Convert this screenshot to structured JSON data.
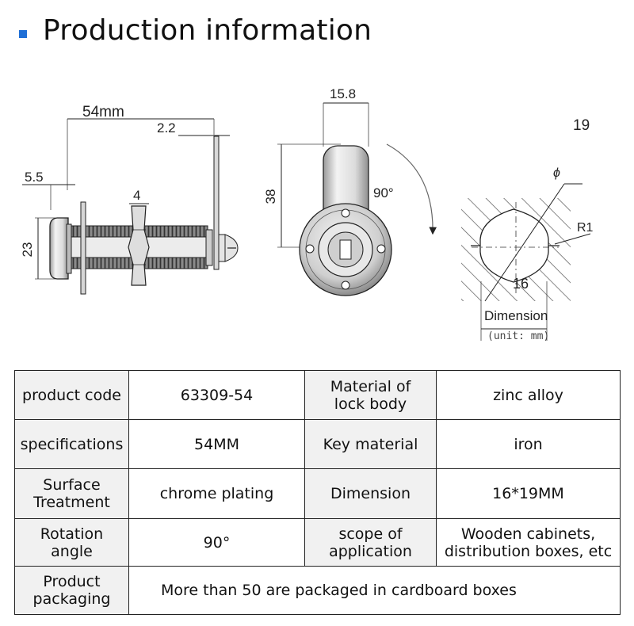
{
  "header": {
    "title": "Production information",
    "accent": "#1f6fd6"
  },
  "drawing": {
    "side_view": {
      "length": "54mm",
      "flange": "2.2",
      "head": "5.5",
      "nut": "4",
      "height": "23"
    },
    "front_view": {
      "width": "15.8",
      "height": "38",
      "angle": "90°"
    },
    "section_view": {
      "phi": "ϕ",
      "radius": "R1",
      "width": "16",
      "height": "19",
      "caption": "Dimension",
      "unit": "(unit: mm)"
    }
  },
  "table": {
    "rows": [
      [
        {
          "text": "product code"
        },
        {
          "text": "63309-54"
        },
        {
          "text": "Material of\nlock body"
        },
        {
          "text": "zinc alloy"
        }
      ],
      [
        {
          "text": "specifications"
        },
        {
          "text": "54MM"
        },
        {
          "text": "Key material"
        },
        {
          "text": "iron"
        }
      ],
      [
        {
          "text": "Surface\nTreatment"
        },
        {
          "text": "chrome plating"
        },
        {
          "text": "Dimension"
        },
        {
          "text": "16*19MM"
        }
      ],
      [
        {
          "text": "Rotation angle"
        },
        {
          "text": "90°"
        },
        {
          "text": "scope of\napplication"
        },
        {
          "text": "Wooden cabinets,\ndistribution boxes, etc"
        }
      ],
      [
        {
          "text": "Product\npackaging"
        },
        {
          "text": "More than 50 are packaged in cardboard boxes"
        }
      ]
    ]
  }
}
